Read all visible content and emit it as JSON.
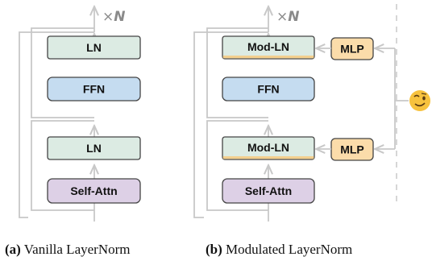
{
  "panel_a": {
    "repeat_times": "×",
    "repeat_n": "N",
    "top_norm": "LN",
    "ffn": "FFN",
    "bottom_norm": "LN",
    "attn": "Self-Attn",
    "caption_tag": "(a)",
    "caption_text": "Vanilla LayerNorm"
  },
  "panel_b": {
    "repeat_times": "×",
    "repeat_n": "N",
    "top_norm": "Mod-LN",
    "top_mlp": "MLP",
    "ffn": "FFN",
    "bottom_norm": "Mod-LN",
    "bottom_mlp": "MLP",
    "attn": "Self-Attn",
    "condition_icon": "winking-face-emoji",
    "caption_tag": "(b)",
    "caption_text": "Modulated LayerNorm"
  },
  "colors": {
    "layernorm": "#dcebe3",
    "ffn": "#c5dcf0",
    "attn": "#ddd0e6",
    "mlp": "#fbdcaa",
    "modulation_strip": "#f3cf8e",
    "connector": "#c8c8c8",
    "dashed_line": "#cccccc"
  }
}
